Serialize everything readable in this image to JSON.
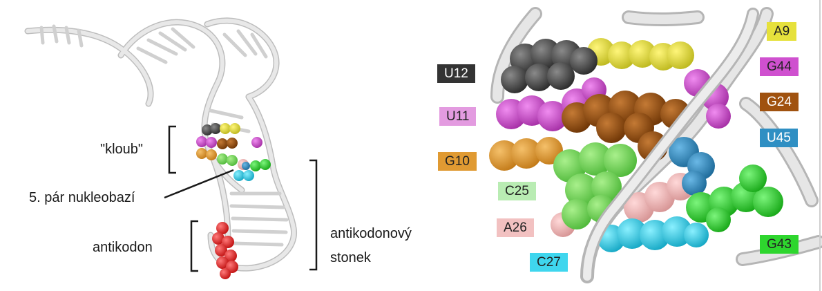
{
  "left_panel": {
    "kloub_label": "\"kloub\"",
    "pair_label": "5. pár nukleobazí",
    "anticodon_label": "antikodon",
    "stem_label_line1": "antikodonový",
    "stem_label_line2": "stonek"
  },
  "right_panel": {
    "nucleotides": [
      {
        "id": "A9",
        "color": "#e6e13c",
        "text_color": "#222222"
      },
      {
        "id": "G44",
        "color": "#cf50cf",
        "text_color": "#222222"
      },
      {
        "id": "G24",
        "color": "#a0520f",
        "text_color": "#ffffff"
      },
      {
        "id": "U45",
        "color": "#2f8fc3",
        "text_color": "#ffffff"
      },
      {
        "id": "G43",
        "color": "#2ed62e",
        "text_color": "#222222"
      },
      {
        "id": "U12",
        "color": "#333333",
        "text_color": "#ffffff"
      },
      {
        "id": "U11",
        "color": "#e39be0",
        "text_color": "#222222"
      },
      {
        "id": "G10",
        "color": "#e09a32",
        "text_color": "#222222"
      },
      {
        "id": "C25",
        "color": "#b9ecb3",
        "text_color": "#222222"
      },
      {
        "id": "A26",
        "color": "#f2c1c1",
        "text_color": "#222222"
      },
      {
        "id": "C27",
        "color": "#3fd6ee",
        "text_color": "#222222"
      }
    ]
  }
}
